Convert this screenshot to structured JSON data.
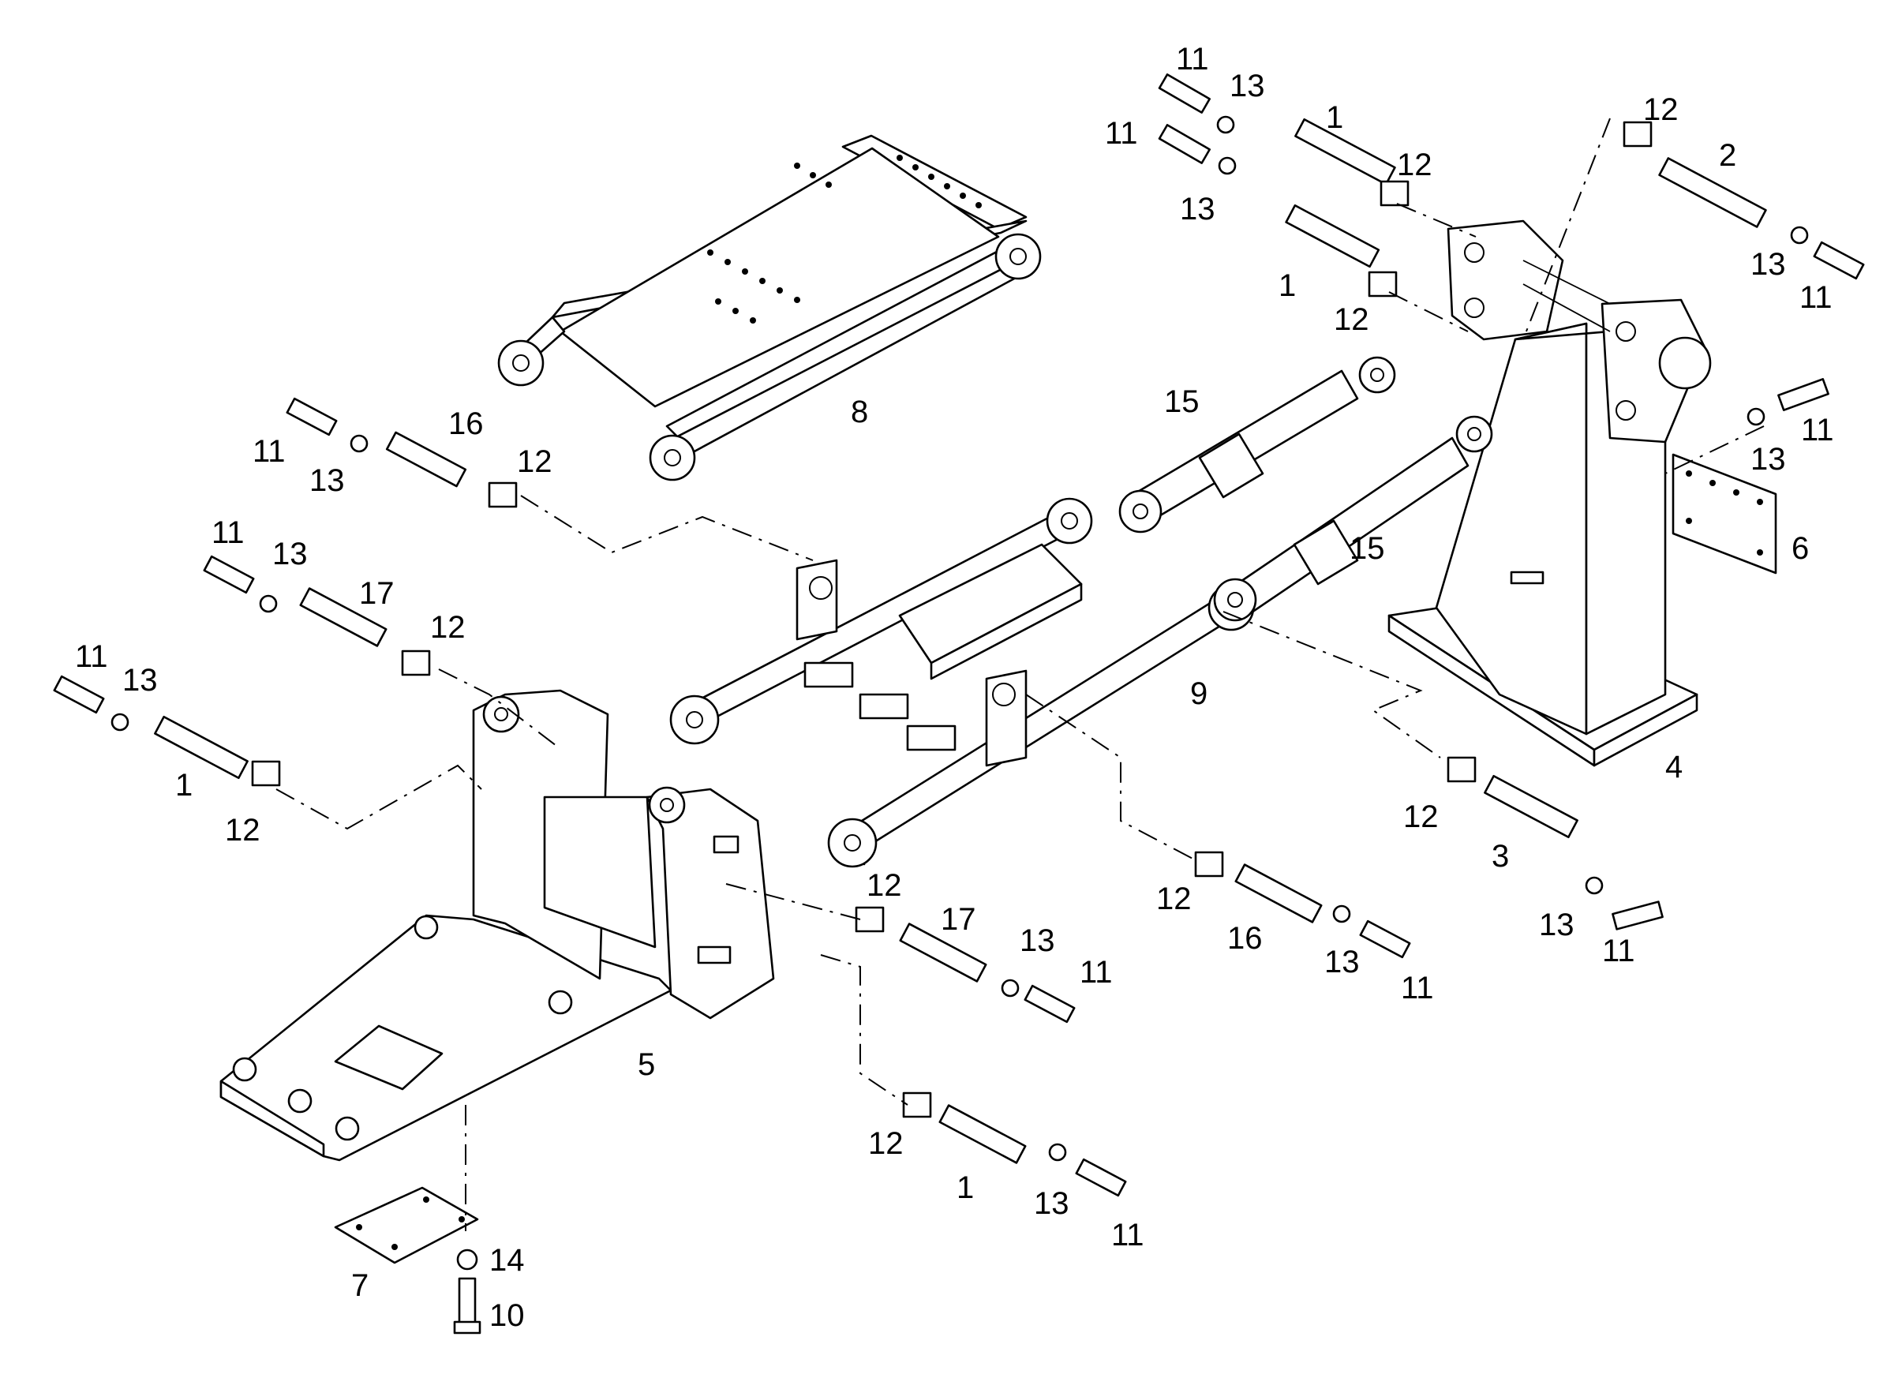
{
  "callouts": [
    {
      "id": "c1",
      "text": "11"
    },
    {
      "id": "c2",
      "text": "13"
    },
    {
      "id": "c3",
      "text": "11"
    },
    {
      "id": "c4",
      "text": "13"
    },
    {
      "id": "c5",
      "text": "1"
    },
    {
      "id": "c6",
      "text": "12"
    },
    {
      "id": "c7",
      "text": "1"
    },
    {
      "id": "c8",
      "text": "12"
    },
    {
      "id": "c9",
      "text": "12"
    },
    {
      "id": "c10",
      "text": "2"
    },
    {
      "id": "c11",
      "text": "13"
    },
    {
      "id": "c12",
      "text": "11"
    },
    {
      "id": "c13",
      "text": "11"
    },
    {
      "id": "c14",
      "text": "13"
    },
    {
      "id": "c15",
      "text": "6"
    },
    {
      "id": "c16",
      "text": "8"
    },
    {
      "id": "c17",
      "text": "15"
    },
    {
      "id": "c18",
      "text": "15"
    },
    {
      "id": "c19",
      "text": "11"
    },
    {
      "id": "c20",
      "text": "13"
    },
    {
      "id": "c21",
      "text": "16"
    },
    {
      "id": "c22",
      "text": "12"
    },
    {
      "id": "c23",
      "text": "11"
    },
    {
      "id": "c24",
      "text": "13"
    },
    {
      "id": "c25",
      "text": "17"
    },
    {
      "id": "c26",
      "text": "12"
    },
    {
      "id": "c27",
      "text": "11"
    },
    {
      "id": "c28",
      "text": "13"
    },
    {
      "id": "c29",
      "text": "1"
    },
    {
      "id": "c30",
      "text": "12"
    },
    {
      "id": "c31",
      "text": "9"
    },
    {
      "id": "c32",
      "text": "4"
    },
    {
      "id": "c33",
      "text": "12"
    },
    {
      "id": "c34",
      "text": "3"
    },
    {
      "id": "c35",
      "text": "13"
    },
    {
      "id": "c36",
      "text": "11"
    },
    {
      "id": "c37",
      "text": "12"
    },
    {
      "id": "c38",
      "text": "16"
    },
    {
      "id": "c39",
      "text": "13"
    },
    {
      "id": "c40",
      "text": "11"
    },
    {
      "id": "c41",
      "text": "12"
    },
    {
      "id": "c42",
      "text": "17"
    },
    {
      "id": "c43",
      "text": "13"
    },
    {
      "id": "c44",
      "text": "11"
    },
    {
      "id": "c45",
      "text": "5"
    },
    {
      "id": "c46",
      "text": "12"
    },
    {
      "id": "c47",
      "text": "1"
    },
    {
      "id": "c48",
      "text": "13"
    },
    {
      "id": "c49",
      "text": "11"
    },
    {
      "id": "c50",
      "text": "7"
    },
    {
      "id": "c51",
      "text": "14"
    },
    {
      "id": "c52",
      "text": "10"
    }
  ]
}
